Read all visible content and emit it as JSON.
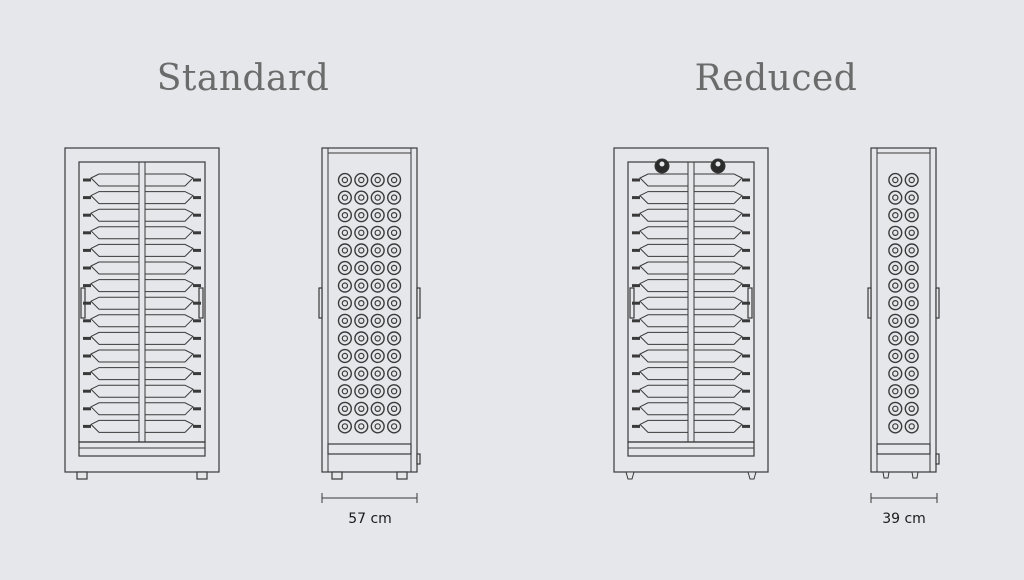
{
  "headings": {
    "standard": "Standard",
    "reduced": "Reduced"
  },
  "dimensions": {
    "standard_depth": "57 cm",
    "reduced_depth": "39 cm"
  },
  "colors": {
    "background": "#e5e7eb",
    "line": "#3a3a3a",
    "heading": "#6b6b6b"
  },
  "views": {
    "front_bottle_rows": 15,
    "front_bottle_columns": 2,
    "standard_side_bottle_columns": 4,
    "reduced_side_bottle_columns": 2
  }
}
